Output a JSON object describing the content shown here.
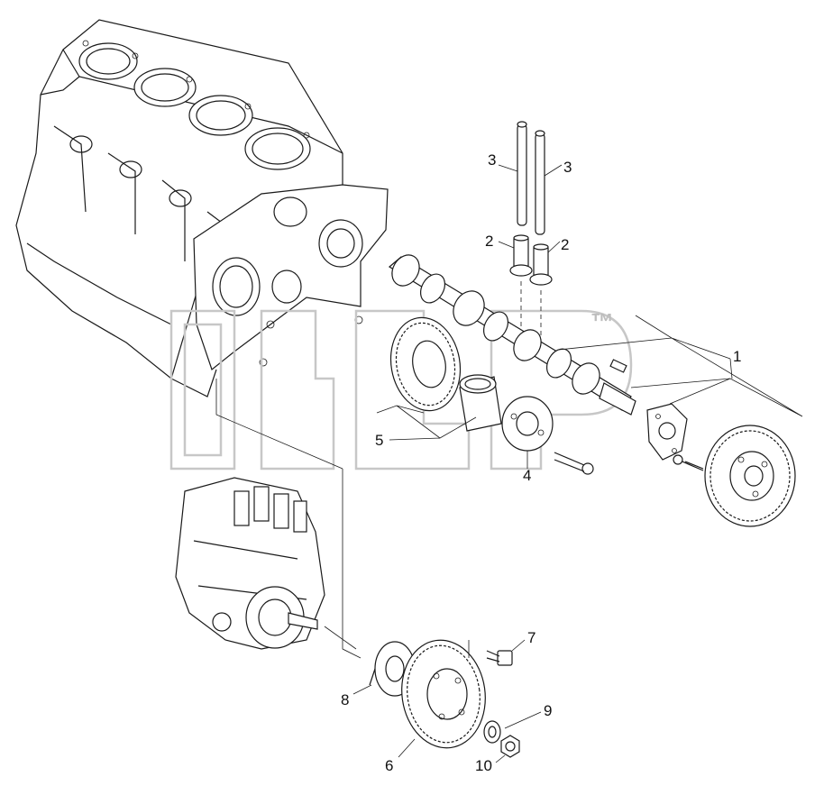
{
  "watermark": {
    "trademark": "™"
  },
  "callouts": [
    {
      "id": "c1",
      "label": "1"
    },
    {
      "id": "c2a",
      "label": "2"
    },
    {
      "id": "c2b",
      "label": "2"
    },
    {
      "id": "c3a",
      "label": "3"
    },
    {
      "id": "c3b",
      "label": "3"
    },
    {
      "id": "c4",
      "label": "4"
    },
    {
      "id": "c5",
      "label": "5"
    },
    {
      "id": "c6",
      "label": "6"
    },
    {
      "id": "c7",
      "label": "7"
    },
    {
      "id": "c8",
      "label": "8"
    },
    {
      "id": "c9",
      "label": "9"
    },
    {
      "id": "c10",
      "label": "10"
    }
  ]
}
